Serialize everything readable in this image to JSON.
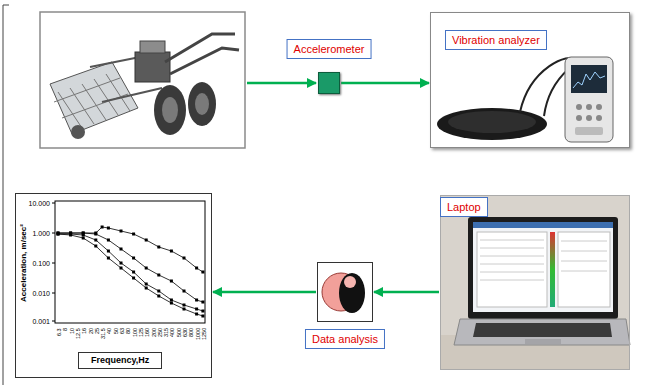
{
  "diagram": {
    "nodes": [
      {
        "text": [
          "Accelerometer"
        ]
      },
      {
        "text": [
          "Vibration analyzer"
        ]
      },
      {
        "text": [
          "Laptop"
        ]
      },
      {
        "text": [
          "Data analysis"
        ]
      },
      {
        "text": [
          "Acceleration, m/sec²",
          "Frequency,Hz"
        ]
      }
    ],
    "edges": [
      {
        "from": 0,
        "to": 1,
        "arrow": "to"
      },
      {
        "from": 2,
        "to": 3,
        "arrow": "to"
      },
      {
        "from": 3,
        "to": 4,
        "arrow": "to"
      }
    ],
    "labels": [
      "10.000",
      "1.000",
      "0.100",
      "0.010",
      "0.001",
      "6.3",
      "8",
      "10",
      "12.5",
      "16",
      "20",
      "25",
      "31.5",
      "40",
      "50",
      "63",
      "80",
      "100",
      "125",
      "160",
      "200",
      "250",
      "315",
      "400",
      "500",
      "630",
      "800",
      "1000",
      "1250"
    ]
  }
}
